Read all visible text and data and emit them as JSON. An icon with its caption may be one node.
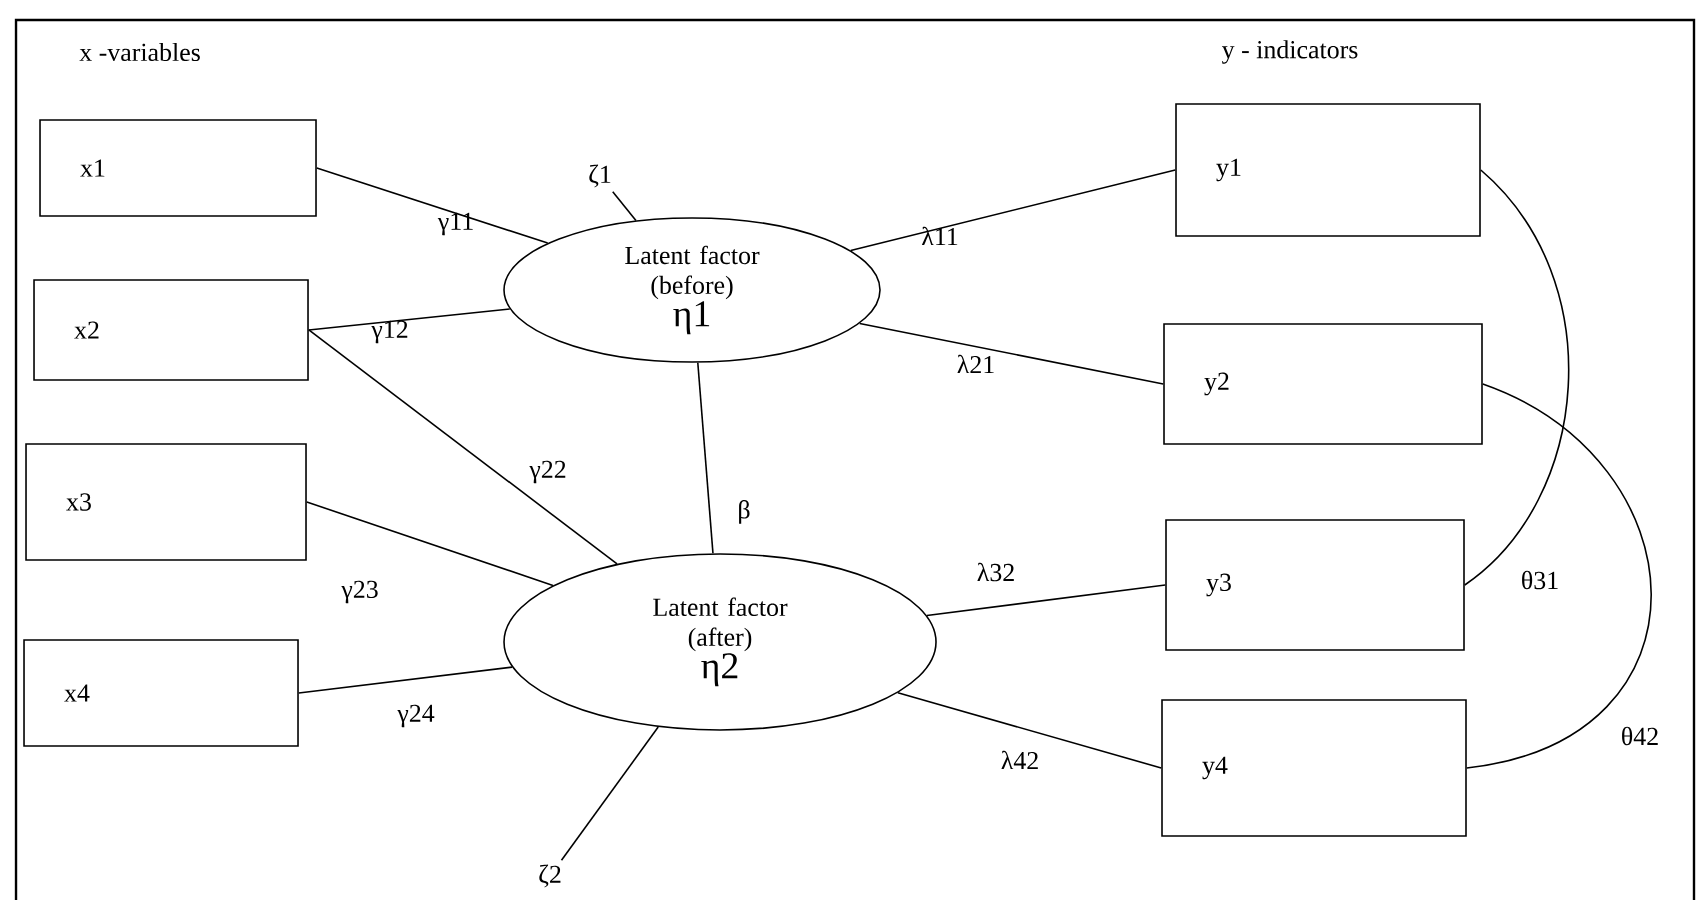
{
  "diagram": {
    "nodes": [
      {
        "text": [
          "x1"
        ]
      },
      {
        "text": [
          "x2"
        ]
      },
      {
        "text": [
          "x3"
        ]
      },
      {
        "text": [
          "x4"
        ]
      },
      {
        "text": [
          "Latent factor (before)",
          "η1"
        ]
      },
      {
        "text": [
          "Latent factor (after)",
          "η2"
        ]
      },
      {
        "text": [
          "y1"
        ]
      },
      {
        "text": [
          "y2"
        ]
      },
      {
        "text": [
          "y3"
        ]
      },
      {
        "text": [
          "y4"
        ]
      },
      {
        "text": [
          "ζ1"
        ]
      },
      {
        "text": [
          "ζ2"
        ]
      }
    ],
    "edges": [
      {
        "from": 0,
        "to": 4,
        "arrow": "none",
        "label": "γ11"
      },
      {
        "from": 1,
        "to": 4,
        "arrow": "none",
        "label": "γ12"
      },
      {
        "from": 1,
        "to": 5,
        "arrow": "none",
        "label": "γ22"
      },
      {
        "from": 2,
        "to": 5,
        "arrow": "none",
        "label": "γ23"
      },
      {
        "from": 3,
        "to": 5,
        "arrow": "none",
        "label": "γ24"
      },
      {
        "from": 4,
        "to": 5,
        "arrow": "none",
        "label": "β"
      },
      {
        "from": 4,
        "to": 6,
        "arrow": "none",
        "label": "λ11"
      },
      {
        "from": 4,
        "to": 7,
        "arrow": "none",
        "label": "λ21"
      },
      {
        "from": 5,
        "to": 8,
        "arrow": "none",
        "label": "λ32"
      },
      {
        "from": 5,
        "to": 9,
        "arrow": "none",
        "label": "λ42"
      },
      {
        "from": 6,
        "to": 8,
        "arrow": "none",
        "label": "θ31"
      },
      {
        "from": 7,
        "to": 9,
        "arrow": "none",
        "label": "θ42"
      },
      {
        "from": 10,
        "to": 4,
        "arrow": "none"
      },
      {
        "from": 11,
        "to": 5,
        "arrow": "none"
      }
    ],
    "labels": [
      "x -variables",
      "y - indicators"
    ]
  }
}
